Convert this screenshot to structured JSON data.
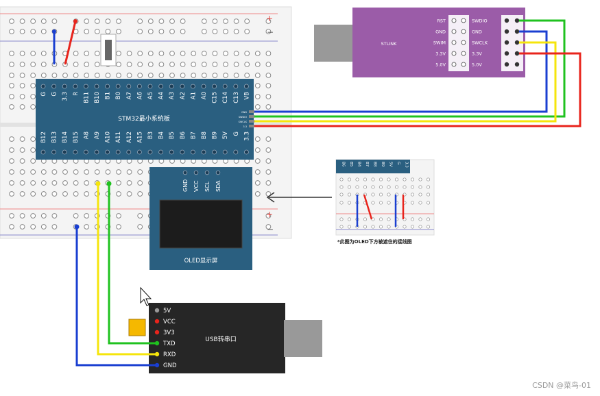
{
  "stm32": {
    "title": "STM32最小系统板",
    "top_pins": [
      "G",
      "G",
      "3.3",
      "R",
      "B11",
      "B10",
      "B1",
      "B0",
      "A7",
      "A6",
      "A5",
      "A4",
      "A3",
      "A2",
      "A1",
      "A0",
      "C15",
      "C14",
      "C13",
      "VB"
    ],
    "bottom_pins": [
      "B12",
      "B13",
      "B14",
      "B15",
      "A8",
      "A9",
      "A10",
      "A11",
      "A12",
      "A15",
      "B3",
      "B4",
      "B5",
      "B6",
      "B7",
      "B8",
      "B9",
      "5V",
      "G",
      "3.3"
    ],
    "swd_pins": [
      "GND",
      "SWDIO",
      "SWCLK",
      "3.3"
    ]
  },
  "breadboard": {
    "plus": "+",
    "minus": "−"
  },
  "oled": {
    "title": "OLED显示屏",
    "pins": [
      "GND",
      "VCC",
      "SCL",
      "SDA"
    ]
  },
  "stlink": {
    "title": "STLINK",
    "left_pins": [
      "RST",
      "GND",
      "SWIM",
      "3.3V",
      "5.0V"
    ],
    "right_pins": [
      "SWDIO",
      "GND",
      "SWCLK",
      "3.3V",
      "5.0V"
    ]
  },
  "usb_serial": {
    "title": "USB转串口",
    "pins": [
      "5V",
      "VCC",
      "3V3",
      "TXD",
      "RXD",
      "GND"
    ]
  },
  "inset": {
    "caption": "*此图为OLED下方被遮住的接线图",
    "header_pins": [
      "B6",
      "B5",
      "B4",
      "B7",
      "B8",
      "B9",
      "5V",
      "G",
      "3.3"
    ]
  },
  "wire_colors": {
    "blue": "#1a3fd1",
    "red": "#e8241c",
    "green": "#1fc21f",
    "yellow": "#f5e50c",
    "board": "#2a5f80",
    "stlink": "#9b5ca8"
  },
  "watermark": "CSDN @菜鸟-01"
}
